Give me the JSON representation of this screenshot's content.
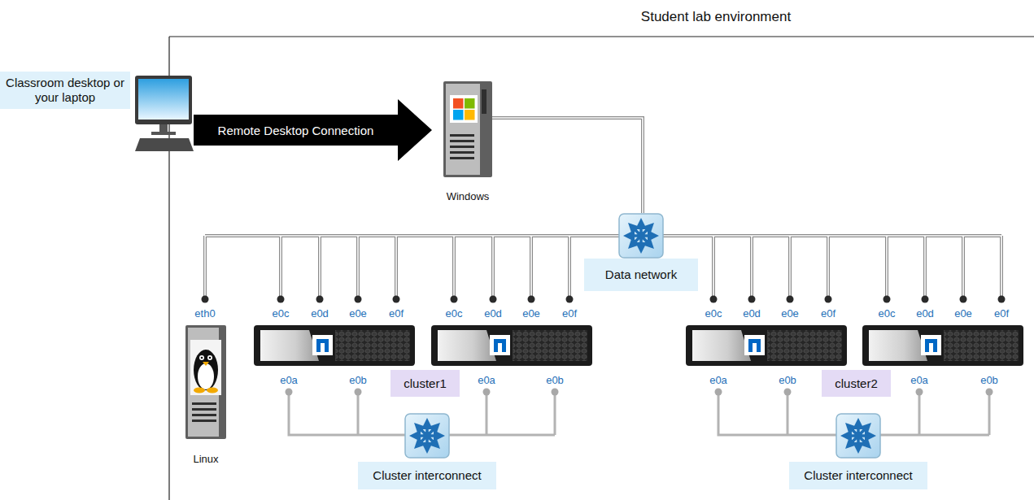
{
  "diagram": {
    "title": "Student lab environment",
    "nodes": [
      {
        "text": [
          "Classroom desktop or your laptop"
        ]
      },
      {
        "text": [
          "Windows"
        ]
      },
      {
        "text": [
          "Data network"
        ]
      },
      {
        "text": [
          "Linux"
        ]
      },
      {
        "text": [
          "cluster1"
        ]
      },
      {
        "text": [
          "cluster2"
        ]
      },
      {
        "text": [
          "Cluster interconnect"
        ]
      },
      {
        "text": [
          "Cluster interconnect"
        ]
      }
    ],
    "edges": [
      {
        "from": 0,
        "to": 1,
        "arrow": "to",
        "label": "Remote Desktop Connection"
      }
    ],
    "labels": [
      "eth0",
      "e0c",
      "e0d",
      "e0e",
      "e0f",
      "e0c",
      "e0d",
      "e0e",
      "e0f",
      "e0c",
      "e0d",
      "e0e",
      "e0f",
      "e0c",
      "e0d",
      "e0e",
      "e0f",
      "e0a",
      "e0b",
      "e0a",
      "e0b",
      "e0a",
      "e0b",
      "e0a",
      "e0b"
    ]
  }
}
